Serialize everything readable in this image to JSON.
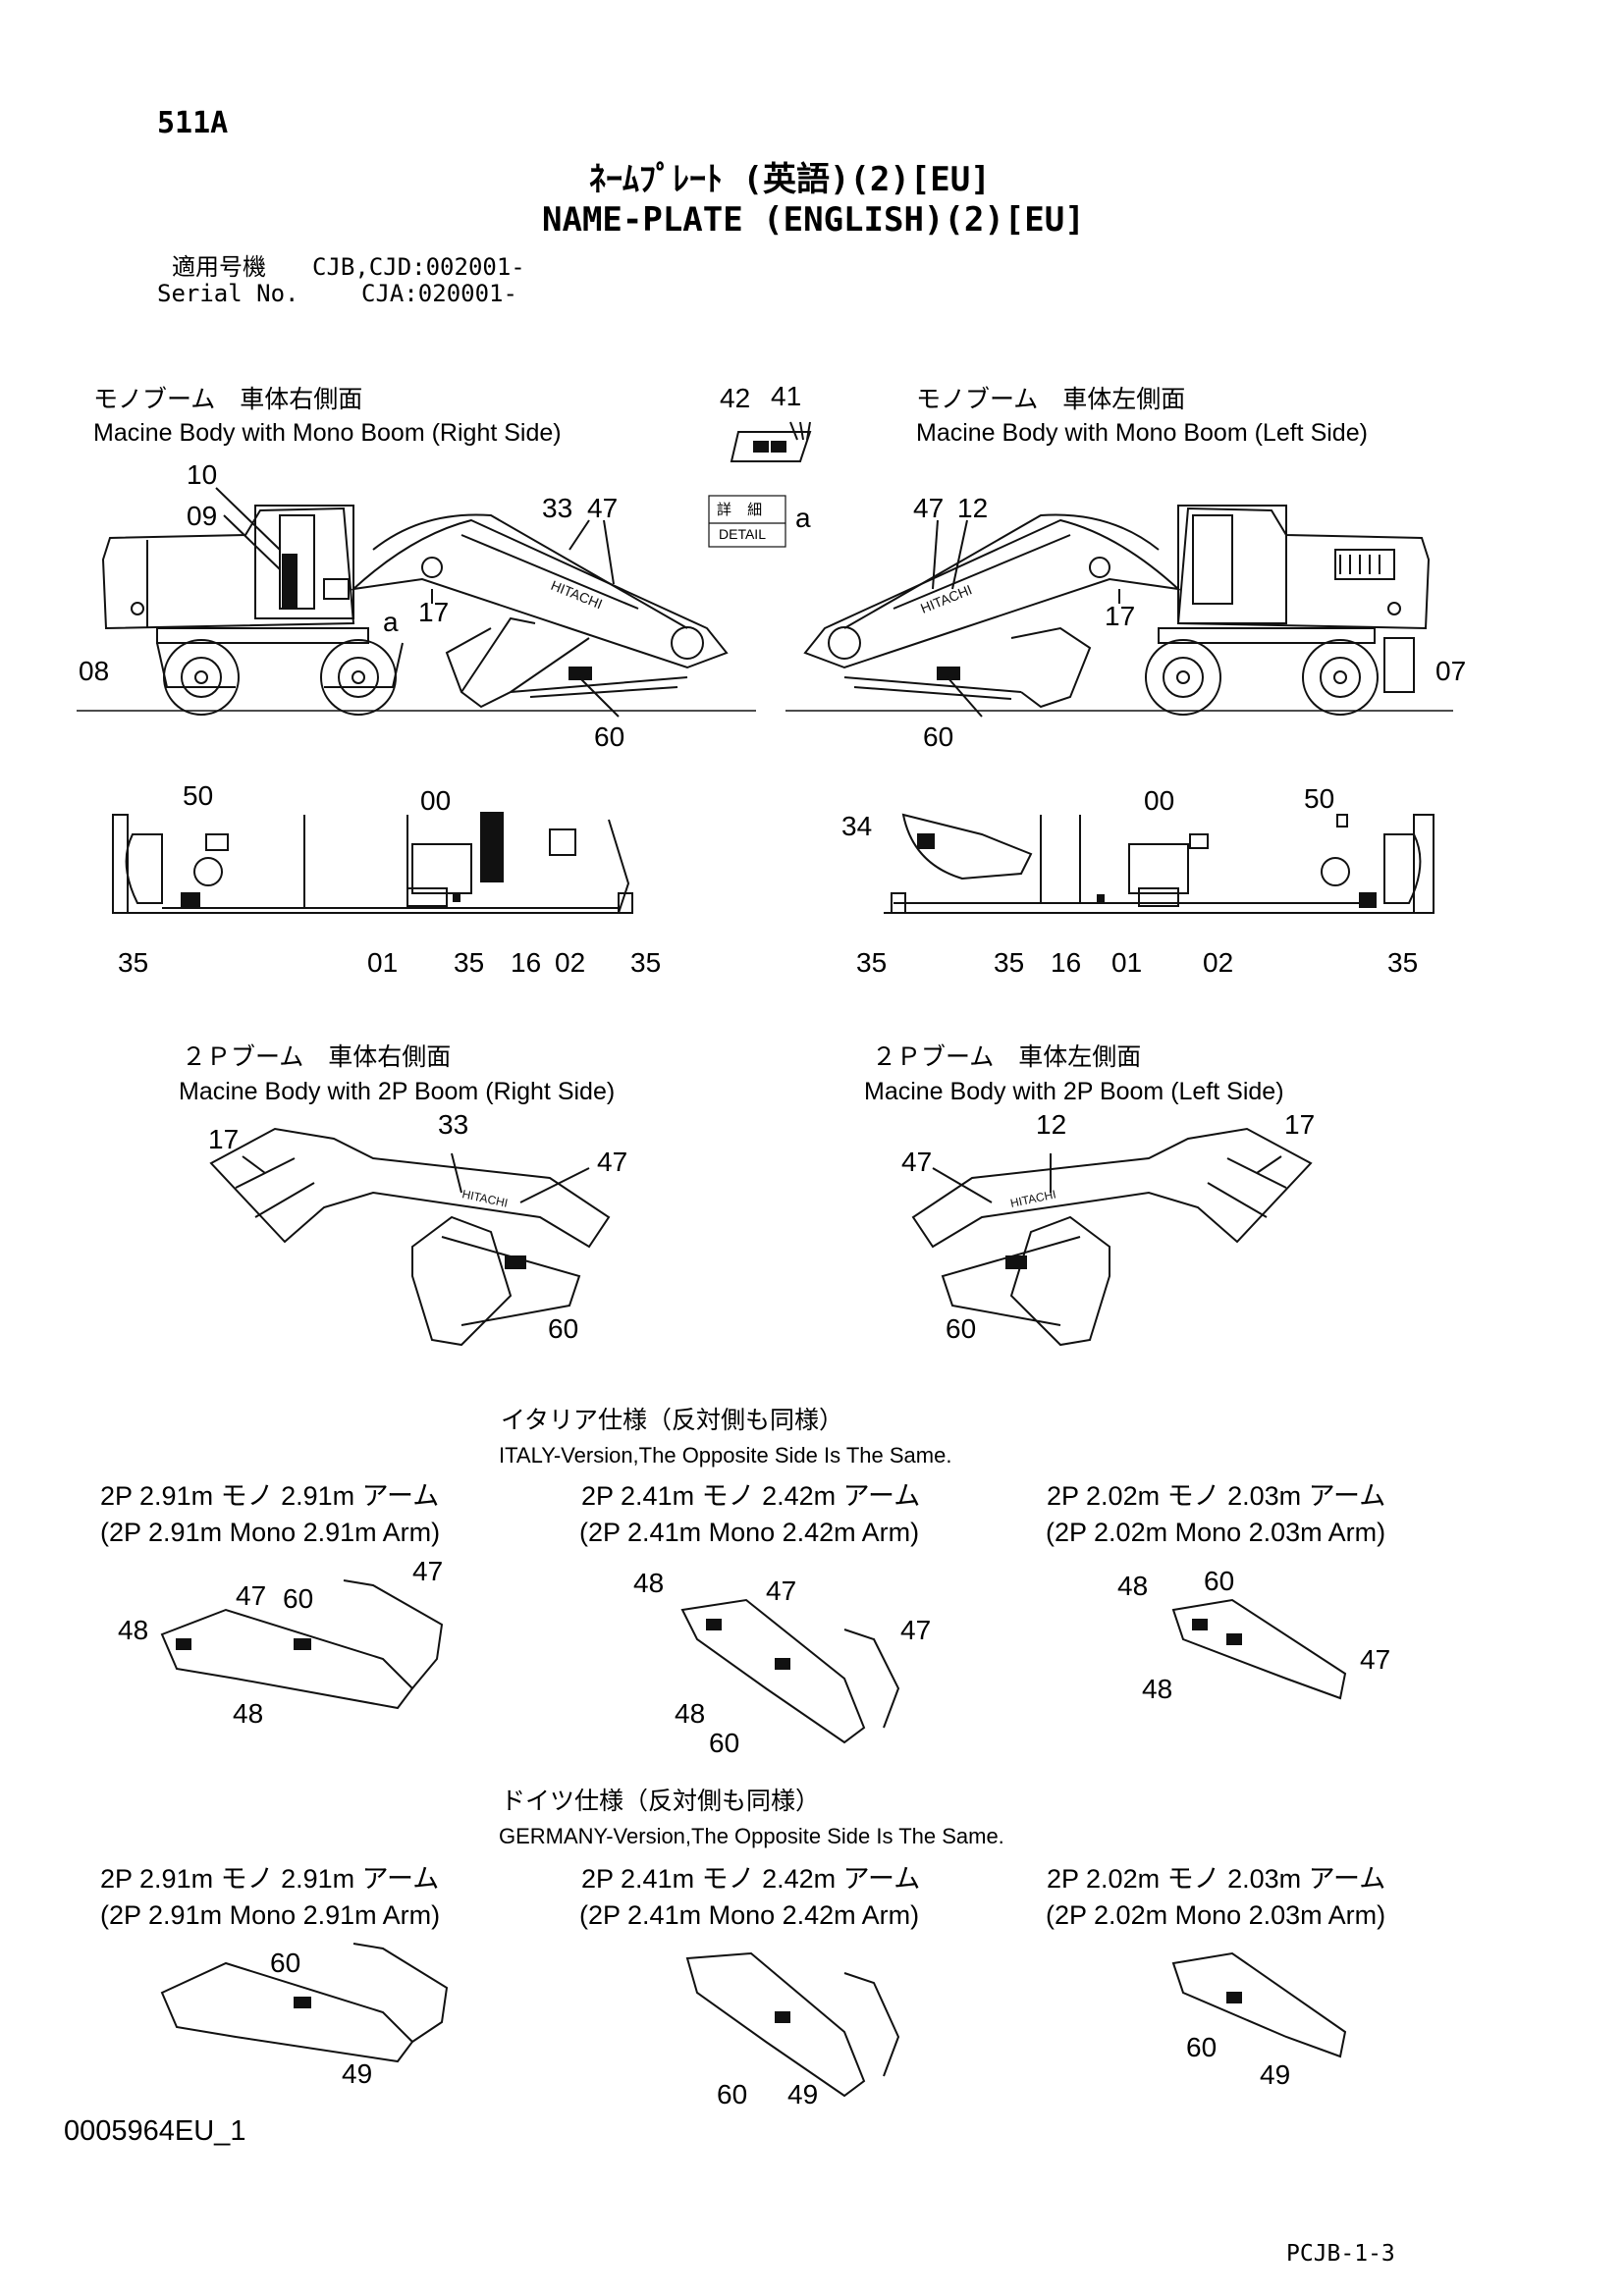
{
  "header": {
    "code": "511A",
    "title_jp": "ﾈｰﾑﾌﾟﾚｰﾄ (英語)(2)[EU]",
    "title_en": "NAME-PLATE (ENGLISH)(2)[EU]",
    "serial_jp_label": "適用号機",
    "serial_en_label": "Serial No.",
    "serial_line1": "CJB,CJD:002001-",
    "serial_line2": "CJA:020001-"
  },
  "sections": {
    "mono_right": {
      "jp": "モノブーム　車体右側面",
      "en": "Macine Body with Mono Boom (Right Side)"
    },
    "mono_left": {
      "jp": "モノブーム　車体左側面",
      "en": "Macine Body with Mono Boom (Left Side)"
    },
    "twop_right": {
      "jp": "２Ｐブーム　車体右側面",
      "en": "Macine Body with 2P Boom (Right Side)"
    },
    "twop_left": {
      "jp": "２Ｐブーム　車体左側面",
      "en": "Macine Body with 2P Boom (Left Side)"
    },
    "italy": {
      "jp": "イタリア仕様（反対側も同様）",
      "en": "ITALY-Version,The Opposite Side Is The Same."
    },
    "germany": {
      "jp": "ドイツ仕様（反対側も同様）",
      "en": "GERMANY-Version,The Opposite Side Is The Same."
    }
  },
  "detail": {
    "label_jp": "詳 細",
    "label_en": "DETAIL",
    "letter": "a"
  },
  "variants": {
    "v1_jp": "2P 2.91m モノ 2.91m アーム",
    "v1_en": "(2P 2.91m Mono 2.91m Arm)",
    "v2_jp": "2P 2.41m モノ 2.42m アーム",
    "v2_en": "(2P 2.41m Mono 2.42m Arm)",
    "v3_jp": "2P 2.02m モノ 2.03m アーム",
    "v3_en": "(2P 2.02m Mono 2.03m Arm)"
  },
  "callouts": {
    "c00": "00",
    "c01": "01",
    "c02": "02",
    "c07": "07",
    "c08": "08",
    "c09": "09",
    "c10": "10",
    "c12": "12",
    "c16": "16",
    "c17": "17",
    "c33": "33",
    "c34": "34",
    "c35": "35",
    "c41": "41",
    "c42": "42",
    "c47": "47",
    "c48": "48",
    "c49": "49",
    "c50": "50",
    "c60": "60",
    "ca": "a"
  },
  "footer": {
    "doc_code": "0005964EU_1",
    "page_code": "PCJB-1-3"
  }
}
